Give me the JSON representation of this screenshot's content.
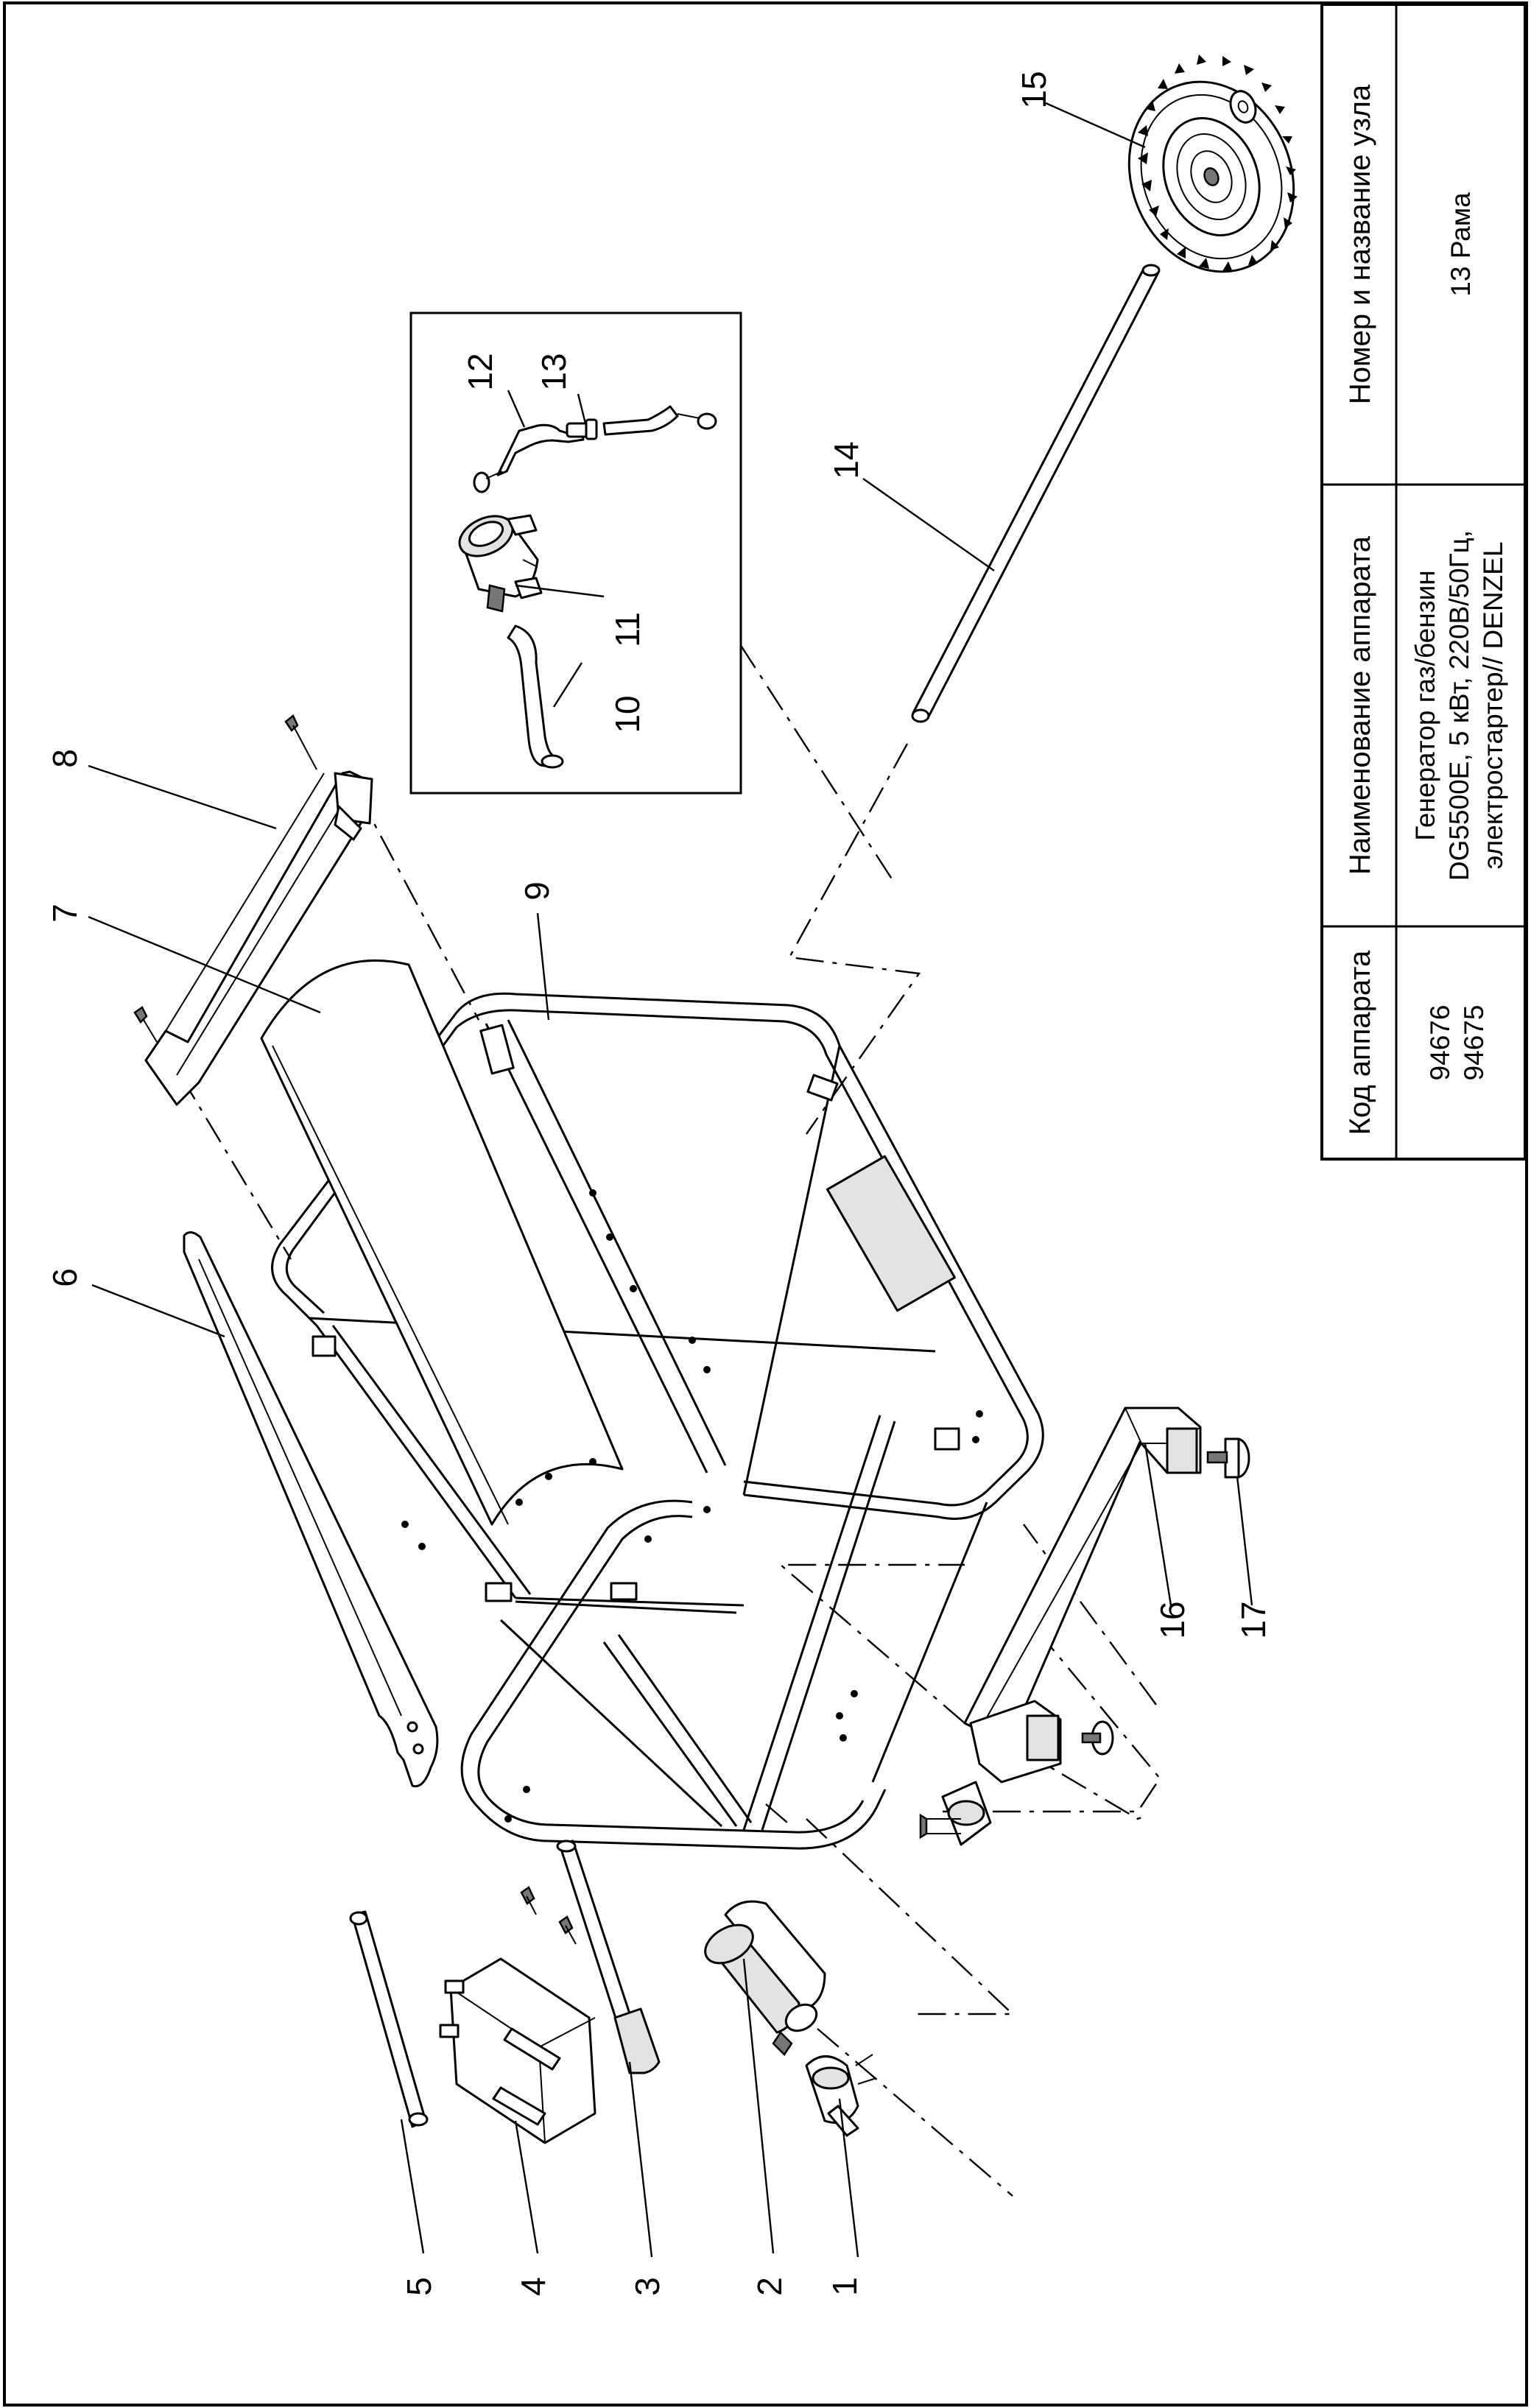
{
  "title_block": {
    "headers": {
      "code": "Код аппарата",
      "name": "Наименование аппарата",
      "unit": "Номер и название узла"
    },
    "code_values": [
      "94676",
      "94675"
    ],
    "name_lines": [
      "Генератор газ/бензин",
      "DG5500E, 5 кВт, 220В/50Гц,",
      "электростартер// DENZEL"
    ],
    "unit_value": "13 Рама"
  },
  "callouts": [
    "1",
    "2",
    "3",
    "4",
    "5",
    "6",
    "7",
    "8",
    "9",
    "10",
    "11",
    "12",
    "13",
    "14",
    "15",
    "16",
    "17"
  ],
  "parts": [
    {
      "id": "1",
      "icon": "solenoid-relay-icon"
    },
    {
      "id": "2",
      "icon": "starter-motor-icon"
    },
    {
      "id": "3",
      "icon": "handle-bar-icon"
    },
    {
      "id": "4",
      "icon": "battery-icon"
    },
    {
      "id": "5",
      "icon": "battery-strap-icon"
    },
    {
      "id": "6",
      "icon": "side-panel-icon"
    },
    {
      "id": "7",
      "icon": "curved-cover-icon"
    },
    {
      "id": "8",
      "icon": "cross-beam-icon"
    },
    {
      "id": "9",
      "icon": "tube-frame-icon"
    },
    {
      "id": "10",
      "icon": "fuel-hose-icon"
    },
    {
      "id": "11",
      "icon": "fuel-valve-icon"
    },
    {
      "id": "12",
      "icon": "hose-icon"
    },
    {
      "id": "13",
      "icon": "hose-connector-icon"
    },
    {
      "id": "14",
      "icon": "axle-icon"
    },
    {
      "id": "15",
      "icon": "wheel-icon"
    },
    {
      "id": "16",
      "icon": "support-leg-icon"
    },
    {
      "id": "17",
      "icon": "rubber-foot-icon"
    }
  ]
}
